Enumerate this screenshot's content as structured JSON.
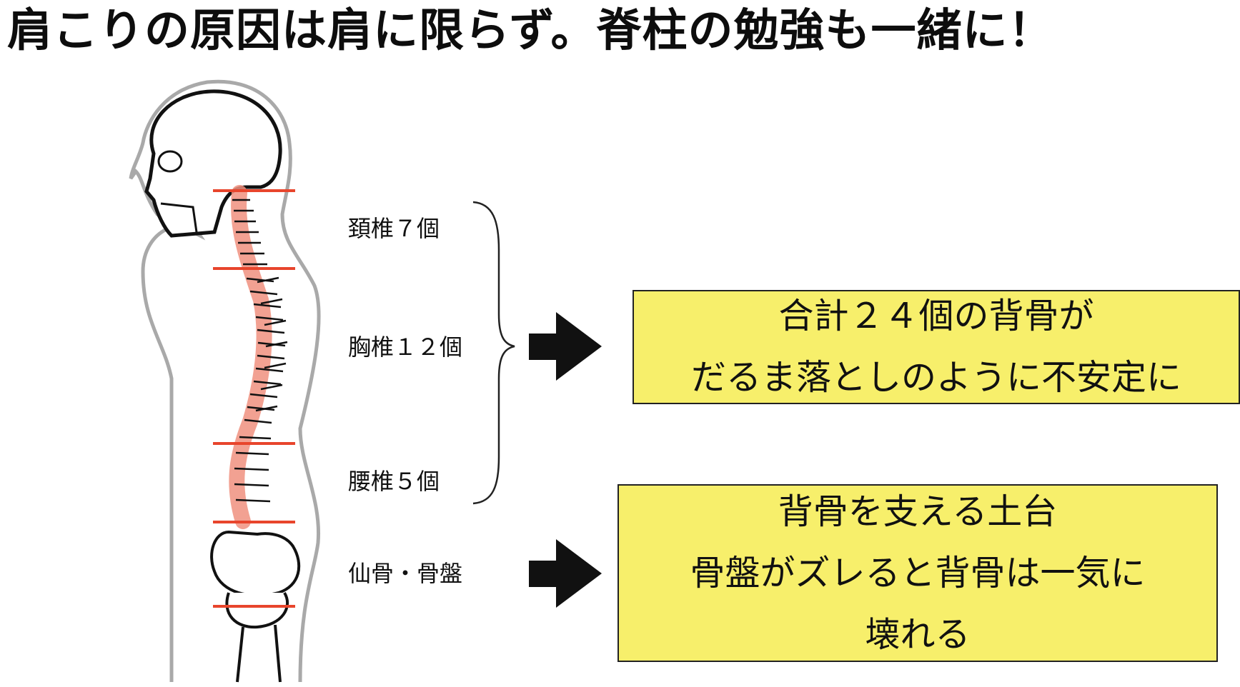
{
  "title": "肩こりの原因は肩に限らず。脊柱の勉強も一緒に！",
  "labels": {
    "cervical": "頚椎７個",
    "thoracic": "胸椎１２個",
    "lumbar": "腰椎５個",
    "sacrum_pelvis": "仙骨・骨盤"
  },
  "box_top": {
    "line1": "合計２４個の背骨が",
    "line2": "だるま落としのように不安定に"
  },
  "box_bottom": {
    "line1": "背骨を支える土台",
    "line2": "骨盤がズレると背骨は一気に",
    "line3": "壊れる"
  },
  "colors": {
    "spine_highlight": "#f0907f",
    "region_divider": "#e8452c",
    "box_fill": "#f7ef6b",
    "body_outline": "#a9a9a9"
  }
}
